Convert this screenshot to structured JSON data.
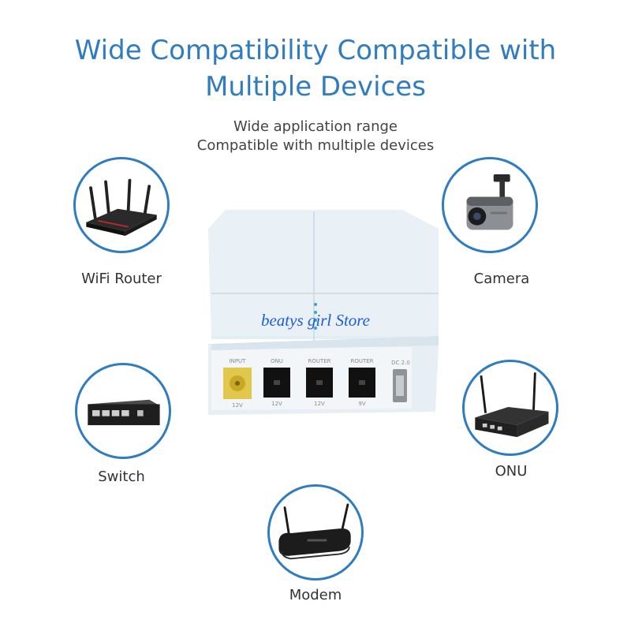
{
  "header": {
    "title_line1": "Wide Compatibility Compatible with",
    "title_line2": "Multiple Devices",
    "subtitle_line1": "Wide application range",
    "subtitle_line2": "Compatible with multiple devices"
  },
  "devices": {
    "wifi_router": "WiFi Router",
    "camera": "Camera",
    "switch": "Switch",
    "onu": "ONU",
    "modem": "Modem"
  },
  "product": {
    "ports": [
      "INPUT",
      "ONU",
      "ROUTER",
      "ROUTER",
      "DC 2.0"
    ],
    "voltages": [
      "12V",
      "12V",
      "12V",
      "9V"
    ]
  },
  "watermark": "beatys girl Store",
  "colors": {
    "accent": "#2f7cc0",
    "watermark": "#1d5dd6"
  }
}
